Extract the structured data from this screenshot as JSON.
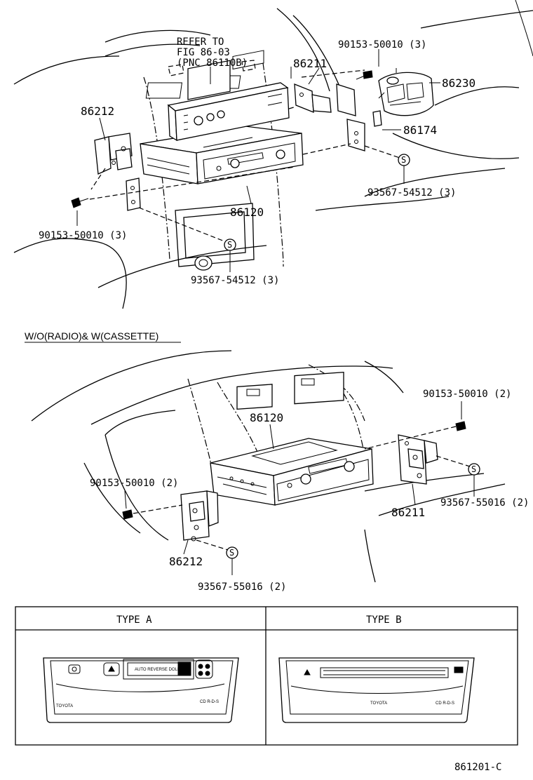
{
  "top_section": {
    "refer_note": [
      "REFER TO",
      "FIG 86-03",
      "(PNC 86110B)"
    ],
    "parts": {
      "bracket_right": "86211",
      "bracket_left": "86212",
      "switch_unit": "86230",
      "clip": "86174",
      "radio_unit": "86120",
      "bolt_right": "90153-50010 (3)",
      "bolt_left": "90153-50010 (3)",
      "screw_right": "93567-54512 (3)",
      "screw_bottom": "93567-54512 (3)"
    }
  },
  "bottom_section": {
    "title": "W/O(RADIO)& W(CASSETTE)",
    "parts": {
      "radio_unit": "86120",
      "bolt_right": "90153-50010 (2)",
      "bolt_left": "90153-50010 (2)",
      "bracket_right": "86211",
      "bracket_left": "86212",
      "screw_right": "93567-55016 (2)",
      "screw_left": "93567-55016 (2)"
    }
  },
  "type_table": {
    "type_a": {
      "header": "TYPE  A",
      "brand": "TOYOTA",
      "display_text": "AUTO REVERSE DOLBY",
      "logo_text": "CD R-D-S"
    },
    "type_b": {
      "header": "TYPE  B",
      "brand": "TOYOTA",
      "logo_text": "CD R-D-S"
    }
  },
  "screw_marker": "S",
  "figure_number": "861201-C"
}
